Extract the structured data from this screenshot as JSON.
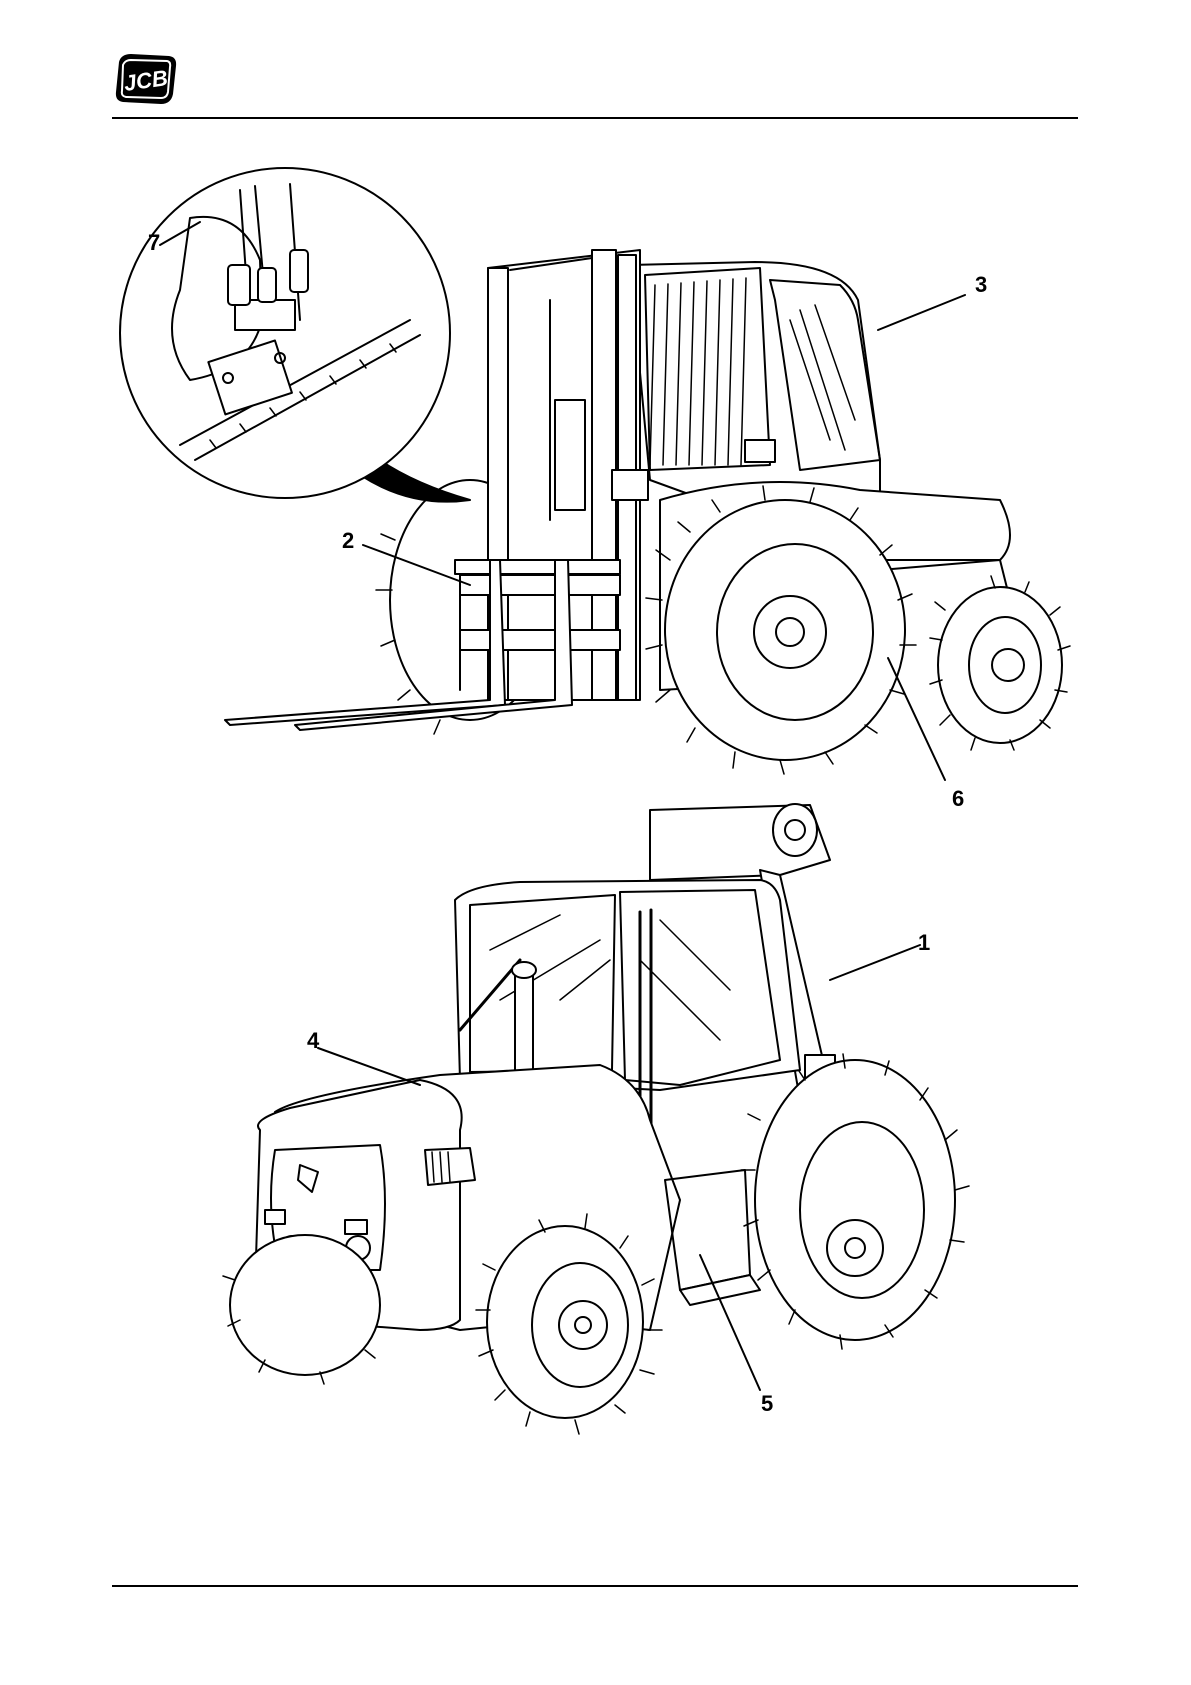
{
  "brand": {
    "logo_text": "JCB",
    "accent": "#000000"
  },
  "callouts": {
    "c1": "1",
    "c2": "2",
    "c3": "3",
    "c4": "4",
    "c5": "5",
    "c6": "6",
    "c7": "7"
  },
  "diagram": {
    "panels": [
      "forklift-front-view",
      "forklift-rear-view",
      "detail-inset-hydraulic-couplings"
    ]
  }
}
